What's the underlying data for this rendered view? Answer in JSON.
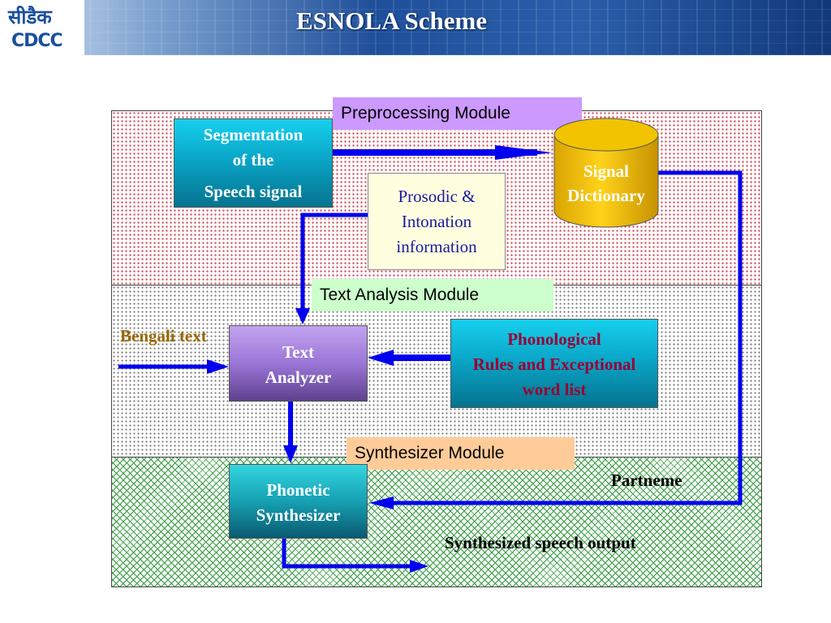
{
  "slide": {
    "title": "ESNOLA Scheme",
    "logo": {
      "hindi": "सीडैक",
      "latin": "CDCC"
    }
  },
  "modules": {
    "preprocessing": "Preprocessing Module",
    "text_analysis": "Text Analysis Module",
    "synthesizer": "Synthesizer Module"
  },
  "boxes": {
    "segmentation": {
      "line1": "Segmentation",
      "line2": "of the",
      "line3": "Speech signal"
    },
    "signal_dictionary": {
      "line1": "Signal",
      "line2": "Dictionary"
    },
    "prosodic": {
      "line1": "Prosodic &",
      "line2": "Intonation",
      "line3": "information"
    },
    "text_analyzer": {
      "line1": "Text",
      "line2": "Analyzer"
    },
    "phonological": {
      "line1": "Phonological",
      "line2": "Rules and Exceptional",
      "line3": "word list"
    },
    "phonetic_synthesizer": {
      "line1": "Phonetic",
      "line2": "Synthesizer"
    }
  },
  "labels": {
    "bengali_text": "Bengali text",
    "partneme": "Partneme",
    "output": "Synthesized speech output"
  },
  "colors": {
    "arrow": "#0000ee",
    "preprocessing_label_bg": "#cc99ff",
    "text_analysis_label_bg": "#ccffcc",
    "synthesizer_label_bg": "#ffcc99",
    "cylinder": "#f2c300",
    "bengali_text": "#996600",
    "phonological_text": "#990033"
  }
}
